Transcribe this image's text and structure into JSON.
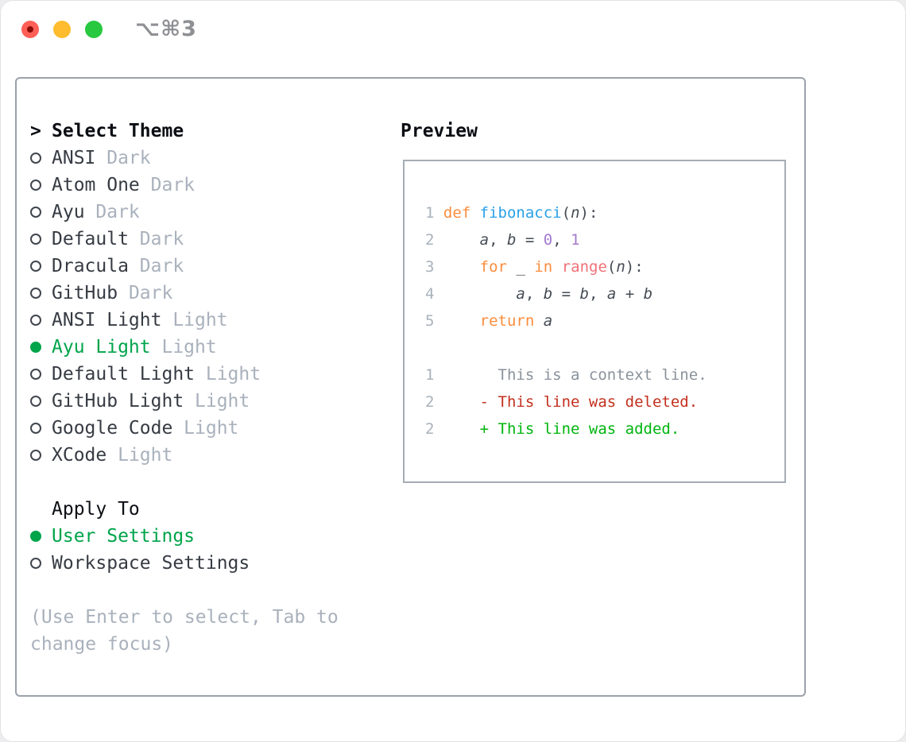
{
  "window": {
    "title": "⌥⌘3"
  },
  "colors": {
    "traffic_red": "#FF5F57",
    "traffic_red_dot": "#8A0B06",
    "traffic_yellow": "#FEBC2E",
    "traffic_green": "#28C840",
    "title_gray": "#8E9094",
    "panel_border": "#9BA2AA",
    "preview_border": "#A5ACB4",
    "heading_black": "#0B0E13",
    "text_dark": "#363B43",
    "muted_gray": "#A9B1BC",
    "selection_green": "#00A44B",
    "added_green": "#00B50F",
    "deleted_red": "#C3301F",
    "keyword_orange": "#FA8D3E",
    "function_blue": "#2AA0E8",
    "number_purple": "#A37ACC",
    "call_coral": "#F07178",
    "line_number_gray": "#A9B2BC",
    "context_gray": "#8A929B",
    "code_dark": "#454B54"
  },
  "theme_picker": {
    "prompt": ">",
    "title": "Select Theme",
    "items": [
      {
        "label": "ANSI",
        "tag": "Dark",
        "selected": false
      },
      {
        "label": "Atom One",
        "tag": "Dark",
        "selected": false
      },
      {
        "label": "Ayu",
        "tag": "Dark",
        "selected": false
      },
      {
        "label": "Default",
        "tag": "Dark",
        "selected": false
      },
      {
        "label": "Dracula",
        "tag": "Dark",
        "selected": false
      },
      {
        "label": "GitHub",
        "tag": "Dark",
        "selected": false
      },
      {
        "label": "ANSI Light",
        "tag": "Light",
        "selected": false
      },
      {
        "label": "Ayu Light",
        "tag": "Light",
        "selected": true
      },
      {
        "label": "Default Light",
        "tag": "Light",
        "selected": false
      },
      {
        "label": "GitHub Light",
        "tag": "Light",
        "selected": false
      },
      {
        "label": "Google Code",
        "tag": "Light",
        "selected": false
      },
      {
        "label": "XCode",
        "tag": "Light",
        "selected": false
      }
    ],
    "apply_to": {
      "title": "Apply To",
      "options": [
        {
          "label": "User Settings",
          "selected": true
        },
        {
          "label": "Workspace Settings",
          "selected": false
        }
      ]
    },
    "hint_line1": "(Use Enter to select, Tab to",
    "hint_line2": "change focus)"
  },
  "preview": {
    "title": "Preview",
    "lines": [
      [
        {
          "c": "num",
          "t": "1 "
        },
        {
          "c": "kw",
          "t": "def"
        },
        {
          "c": "plain",
          "t": " "
        },
        {
          "c": "fn",
          "t": "fibonacci"
        },
        {
          "c": "plain",
          "t": "("
        },
        {
          "c": "var",
          "t": "n"
        },
        {
          "c": "plain",
          "t": "):"
        }
      ],
      [
        {
          "c": "num",
          "t": "2 "
        },
        {
          "c": "plain",
          "t": "    "
        },
        {
          "c": "var",
          "t": "a"
        },
        {
          "c": "plain",
          "t": ", "
        },
        {
          "c": "var",
          "t": "b"
        },
        {
          "c": "plain",
          "t": " = "
        },
        {
          "c": "const",
          "t": "0"
        },
        {
          "c": "plain",
          "t": ", "
        },
        {
          "c": "const",
          "t": "1"
        }
      ],
      [
        {
          "c": "num",
          "t": "3 "
        },
        {
          "c": "plain",
          "t": "    "
        },
        {
          "c": "kw",
          "t": "for"
        },
        {
          "c": "plain",
          "t": " "
        },
        {
          "c": "var",
          "t": "_"
        },
        {
          "c": "plain",
          "t": " "
        },
        {
          "c": "kw",
          "t": "in"
        },
        {
          "c": "plain",
          "t": " "
        },
        {
          "c": "call",
          "t": "range"
        },
        {
          "c": "plain",
          "t": "("
        },
        {
          "c": "var",
          "t": "n"
        },
        {
          "c": "plain",
          "t": "):"
        }
      ],
      [
        {
          "c": "num",
          "t": "4 "
        },
        {
          "c": "plain",
          "t": "        "
        },
        {
          "c": "var",
          "t": "a"
        },
        {
          "c": "plain",
          "t": ", "
        },
        {
          "c": "var",
          "t": "b"
        },
        {
          "c": "plain",
          "t": " = "
        },
        {
          "c": "var",
          "t": "b"
        },
        {
          "c": "plain",
          "t": ", "
        },
        {
          "c": "var",
          "t": "a"
        },
        {
          "c": "plain",
          "t": " + "
        },
        {
          "c": "var",
          "t": "b"
        }
      ],
      [
        {
          "c": "num",
          "t": "5 "
        },
        {
          "c": "plain",
          "t": "    "
        },
        {
          "c": "kw",
          "t": "return"
        },
        {
          "c": "plain",
          "t": " "
        },
        {
          "c": "var",
          "t": "a"
        }
      ],
      [],
      [
        {
          "c": "num",
          "t": "1 "
        },
        {
          "c": "plain",
          "t": "      "
        },
        {
          "c": "ctx",
          "t": "This is a context line."
        }
      ],
      [
        {
          "c": "num",
          "t": "2 "
        },
        {
          "c": "del",
          "t": "    - This line was deleted."
        }
      ],
      [
        {
          "c": "num",
          "t": "2 "
        },
        {
          "c": "add",
          "t": "    + This line was added."
        }
      ]
    ]
  }
}
